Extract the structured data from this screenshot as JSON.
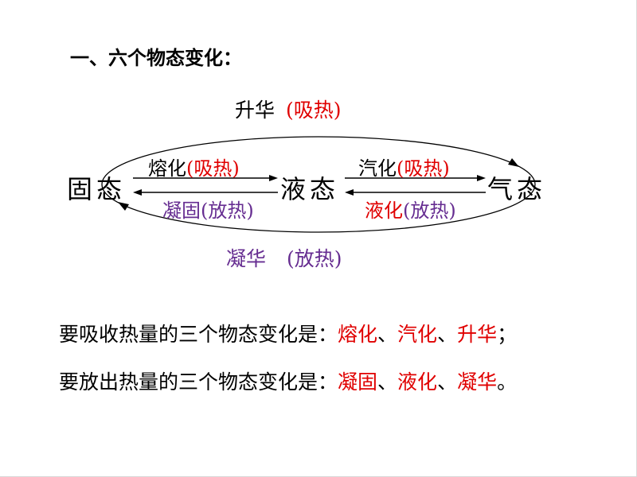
{
  "slide": {
    "title": "一、六个物态变化："
  },
  "diagram": {
    "states": {
      "solid": "固态",
      "liquid": "液态",
      "gas": "气态"
    },
    "sublimation": {
      "name": "升华",
      "heat": "(吸热)"
    },
    "melting": {
      "name": "熔化",
      "heat": "(吸热)"
    },
    "solidification": {
      "name": "凝固",
      "heat": "(放热)"
    },
    "vaporization": {
      "name": "汽化",
      "heat": "(吸热)"
    },
    "liquefaction": {
      "name": "液化",
      "heat": "(放热)"
    },
    "deposition": {
      "name": "凝华",
      "heat": "(放热)"
    }
  },
  "summary": {
    "absorb": {
      "prefix": "要吸收热量的三个物态变化是：",
      "items": [
        "熔化",
        "汽化",
        "升华"
      ],
      "separator": "、",
      "suffix": "；"
    },
    "release": {
      "prefix": "要放出热量的三个物态变化是：",
      "items": [
        "凝固",
        "液化",
        "凝华"
      ],
      "separator": "、",
      "suffix": "。"
    }
  },
  "colors": {
    "absorb_heat": "#e00000",
    "release_heat": "#662d91",
    "ink": "#000000"
  }
}
